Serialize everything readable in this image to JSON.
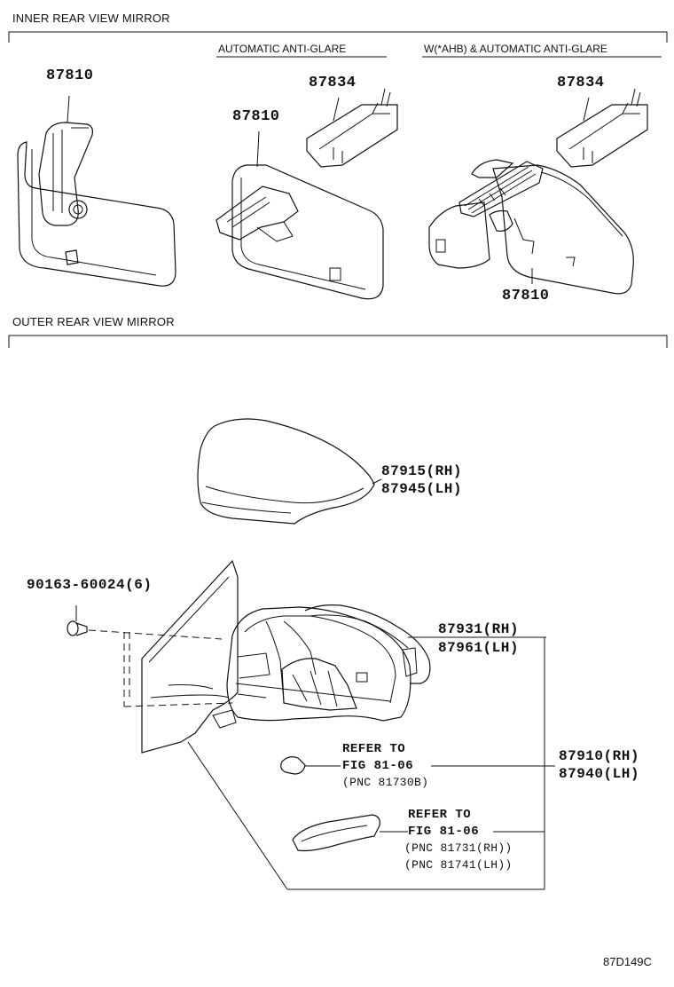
{
  "sections": {
    "inner_title": "INNER REAR VIEW MIRROR",
    "outer_title": "OUTER REAR VIEW MIRROR",
    "sub_auto": "AUTOMATIC ANTI-GLARE",
    "sub_ahb": "W(*AHB) & AUTOMATIC ANTI-GLARE"
  },
  "parts": {
    "inner_basic": "87810",
    "inner_auto_mirror": "87810",
    "inner_auto_cover": "87834",
    "inner_ahb_cover": "87834",
    "inner_ahb_mirror": "87810",
    "cover_rh": "87915(RH)",
    "cover_lh": "87945(LH)",
    "screw": "90163-60024(6)",
    "housing_rh": "87931(RH)",
    "housing_lh": "87961(LH)",
    "assy_rh": "87910(RH)",
    "assy_lh": "87940(LH)"
  },
  "refs": {
    "bulb_1": "REFER TO",
    "bulb_2": "FIG 81-06",
    "bulb_3": "(PNC 81730B)",
    "lamp_1": "REFER TO",
    "lamp_2": "FIG 81-06",
    "lamp_3": "(PNC 81731(RH))",
    "lamp_4": "(PNC 81741(LH))"
  },
  "code": "87D149C"
}
